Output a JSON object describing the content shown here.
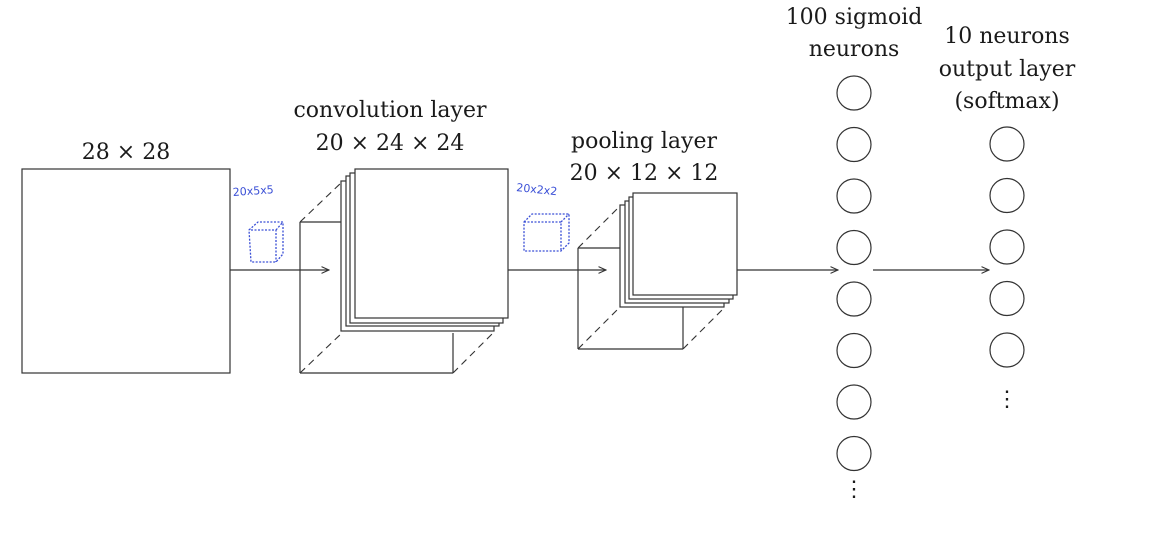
{
  "labels": {
    "input": "28 × 28",
    "conv_title": "convolution layer",
    "conv_dims": "20 × 24 × 24",
    "pool_title": "pooling layer",
    "pool_dims": "20 × 12 × 12",
    "hidden_line1": "100 sigmoid",
    "hidden_line2": "neurons",
    "output_line1": "10 neurons",
    "output_line2": "output layer",
    "output_line3": "(softmax)"
  },
  "annotations": {
    "conv_kernel": "20x5x5",
    "pool_kernel": "20x2x2"
  },
  "neurons": {
    "hidden_visible": 8,
    "output_visible": 5,
    "ellipsis": "⋮"
  },
  "colors": {
    "ink": "#3a4fd6",
    "stroke": "#333333"
  }
}
